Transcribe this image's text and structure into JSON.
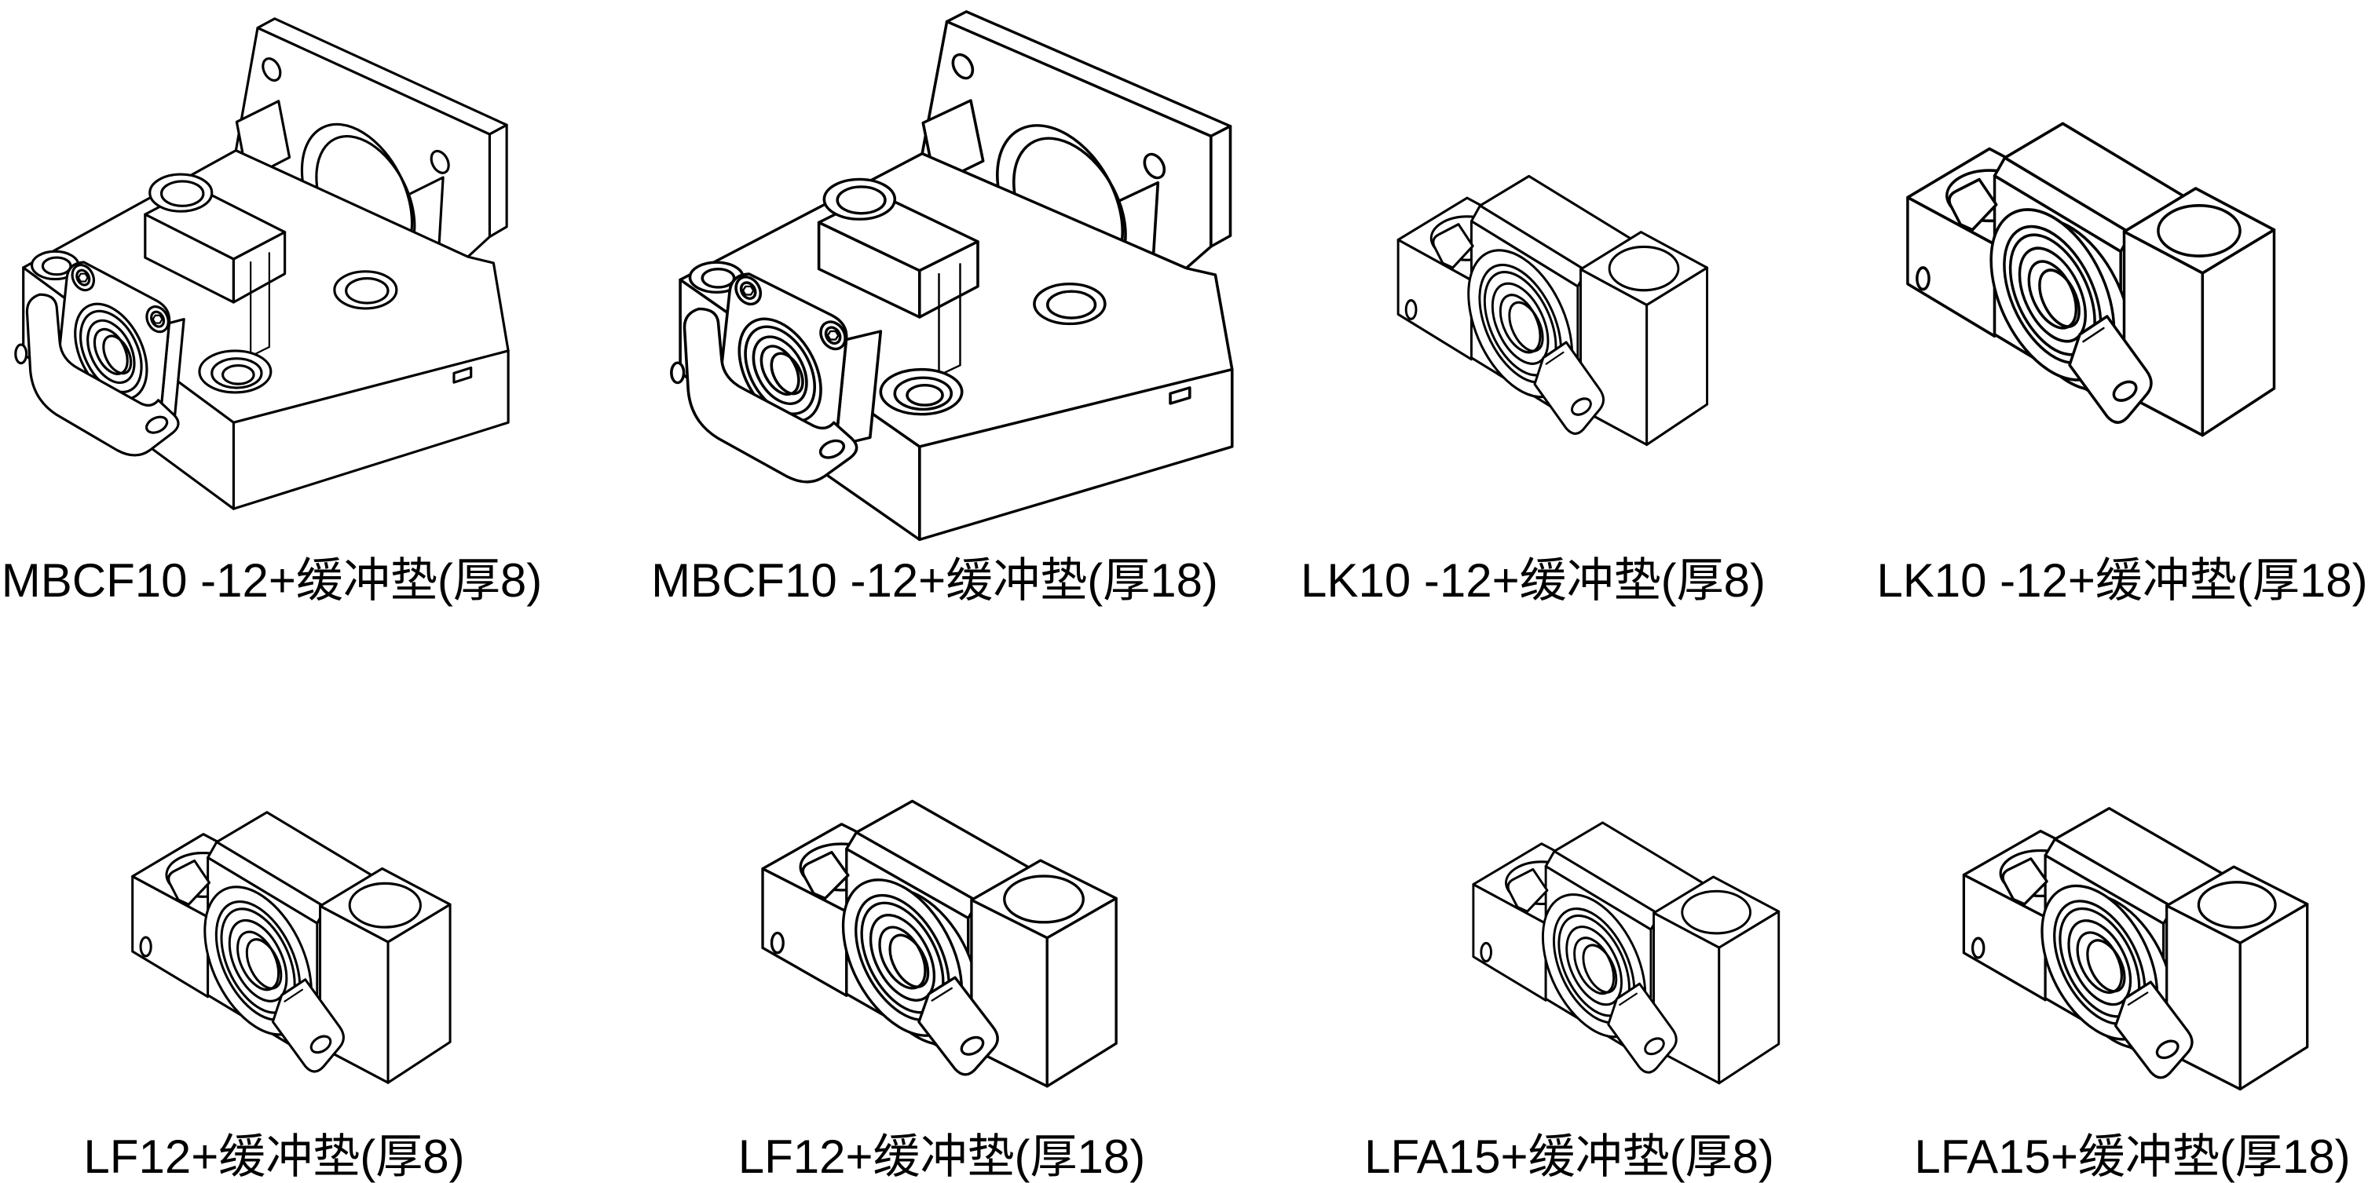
{
  "page": {
    "background": "#ffffff",
    "line_color": "#000000",
    "description_style": "black isometric CAD line drawings on white"
  },
  "catalog": {
    "products": [
      {
        "label": "MBCF10 -12+缓冲垫(厚8)"
      },
      {
        "label": "MBCF10 -12+缓冲垫(厚18)"
      },
      {
        "label": "LK10 -12+缓冲垫(厚8)"
      },
      {
        "label": "LK10 -12+缓冲垫(厚18)"
      },
      {
        "label": "LF12+缓冲垫(厚8)"
      },
      {
        "label": "LF12+缓冲垫(厚18)"
      },
      {
        "label": "LFA15+缓冲垫(厚8)"
      },
      {
        "label": "LFA15+缓冲垫(厚18)"
      }
    ]
  }
}
